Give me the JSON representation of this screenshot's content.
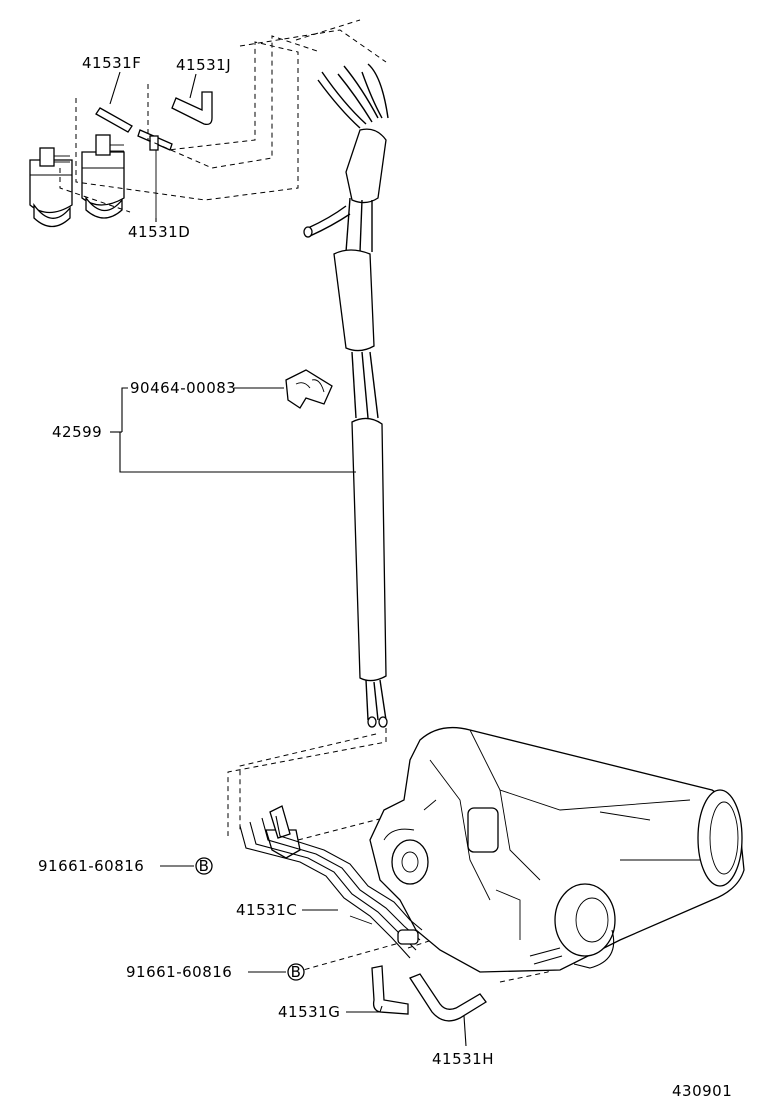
{
  "callouts": {
    "p41531F": "41531F",
    "p41531J": "41531J",
    "p41531D": "41531D",
    "p90464": "90464-00083",
    "p42599": "42599",
    "p91661a": "91661-60816",
    "p41531C": "41531C",
    "p91661b": "91661-60816",
    "p41531G": "41531G",
    "p41531H": "41531H"
  },
  "bolt_marker": "B",
  "figure_code": "430901"
}
